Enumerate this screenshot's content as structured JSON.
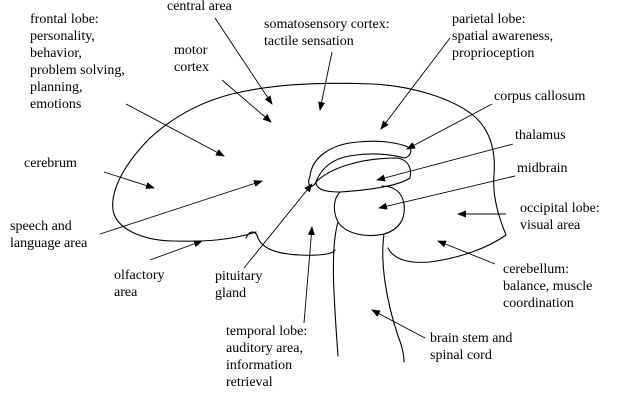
{
  "labels": {
    "frontal_lobe": "frontal lobe:\npersonality,\nbehavior,\nproblem solving,\nplanning,\nemotions",
    "central_area": "central area",
    "motor_cortex": "motor\ncortex",
    "somatosensory_cortex": "somatosensory cortex:\ntactile sensation",
    "parietal_lobe": "parietal lobe:\nspatial awareness,\nproprioception",
    "corpus_callosum": "corpus callosum",
    "thalamus": "thalamus",
    "midbrain": "midbrain",
    "cerebrum": "cerebrum",
    "occipital_lobe": "occipital lobe:\nvisual area",
    "speech_language": "speech and\nlanguage area",
    "olfactory_area": "olfactory\narea",
    "pituitary_gland": "pituitary\ngland",
    "cerebellum": "cerebellum:\nbalance, muscle\ncoordination",
    "temporal_lobe": "temporal lobe:\nauditory area,\ninformation\nretrieval",
    "brain_stem": "brain stem and\nspinal cord"
  },
  "colors": {
    "ink": "#000000",
    "background": "#ffffff"
  }
}
